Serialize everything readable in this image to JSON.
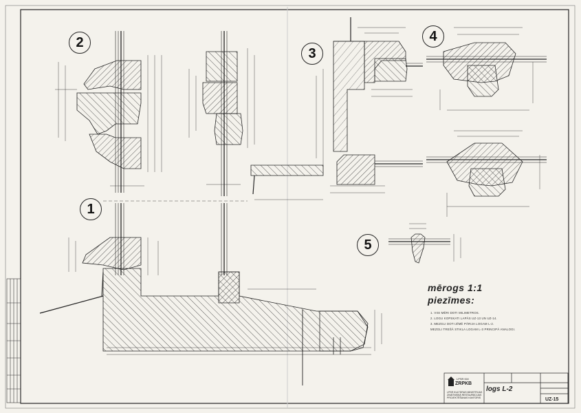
{
  "drawing": {
    "details": [
      {
        "number": "1"
      },
      {
        "number": "2"
      },
      {
        "number": "3"
      },
      {
        "number": "4"
      },
      {
        "number": "5"
      }
    ],
    "scale_label": "mērogs 1:1",
    "notes_heading": "piezīmes:",
    "notes": [
      "1. VISI MĒRI DOTI MILIMETROS.",
      "2. LOGU KOPSKATI LAPĀS UZ-13 UN UZ-14.",
      "3. MEZGLI DOTI ZĪMĒ PĀRIJA LOGAM L-2.",
      "   MEZGLI TREŠĀ STIKLA LOGAM L-3 PRINCIPĀ ANALOGI."
    ]
  },
  "title_block": {
    "org_prefix": "LPSR KM",
    "org_logo": "ZRPKB",
    "org_description": "LPSR KULTŪRAS MINISTRIJAS ZINĀTNISKĀ RESTAURĀCIJAS PROJEKTĒŠANAS KANTORIS",
    "drawing_title": "logs L-2",
    "sheet_code": "UZ-15"
  }
}
